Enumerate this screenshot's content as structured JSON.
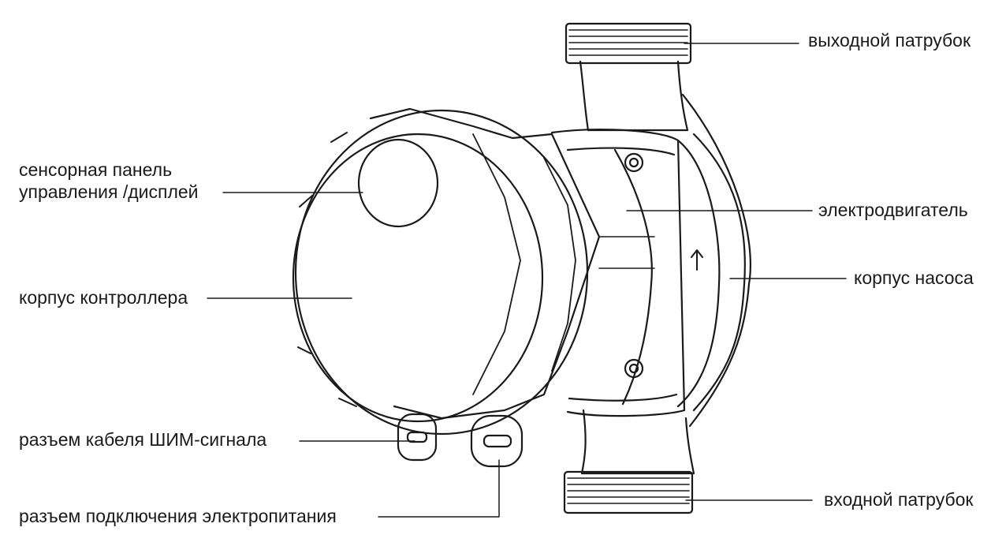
{
  "labels": {
    "outlet": "выходной патрубок",
    "touch_panel_line1": "сенсорная панель",
    "touch_panel_line2": "управления /дисплей",
    "motor": "электродвигатель",
    "pump_housing": "корпус насоса",
    "controller_housing": "корпус контроллера",
    "pwm_connector": "разъем кабеля ШИМ-сигнала",
    "inlet": "входной патрубок",
    "power_connector": "разъем подключения электропитания"
  },
  "colors": {
    "line": "#1a1a1a",
    "background": "#ffffff"
  },
  "icons": {
    "flow_direction": "arrow-up-icon"
  }
}
